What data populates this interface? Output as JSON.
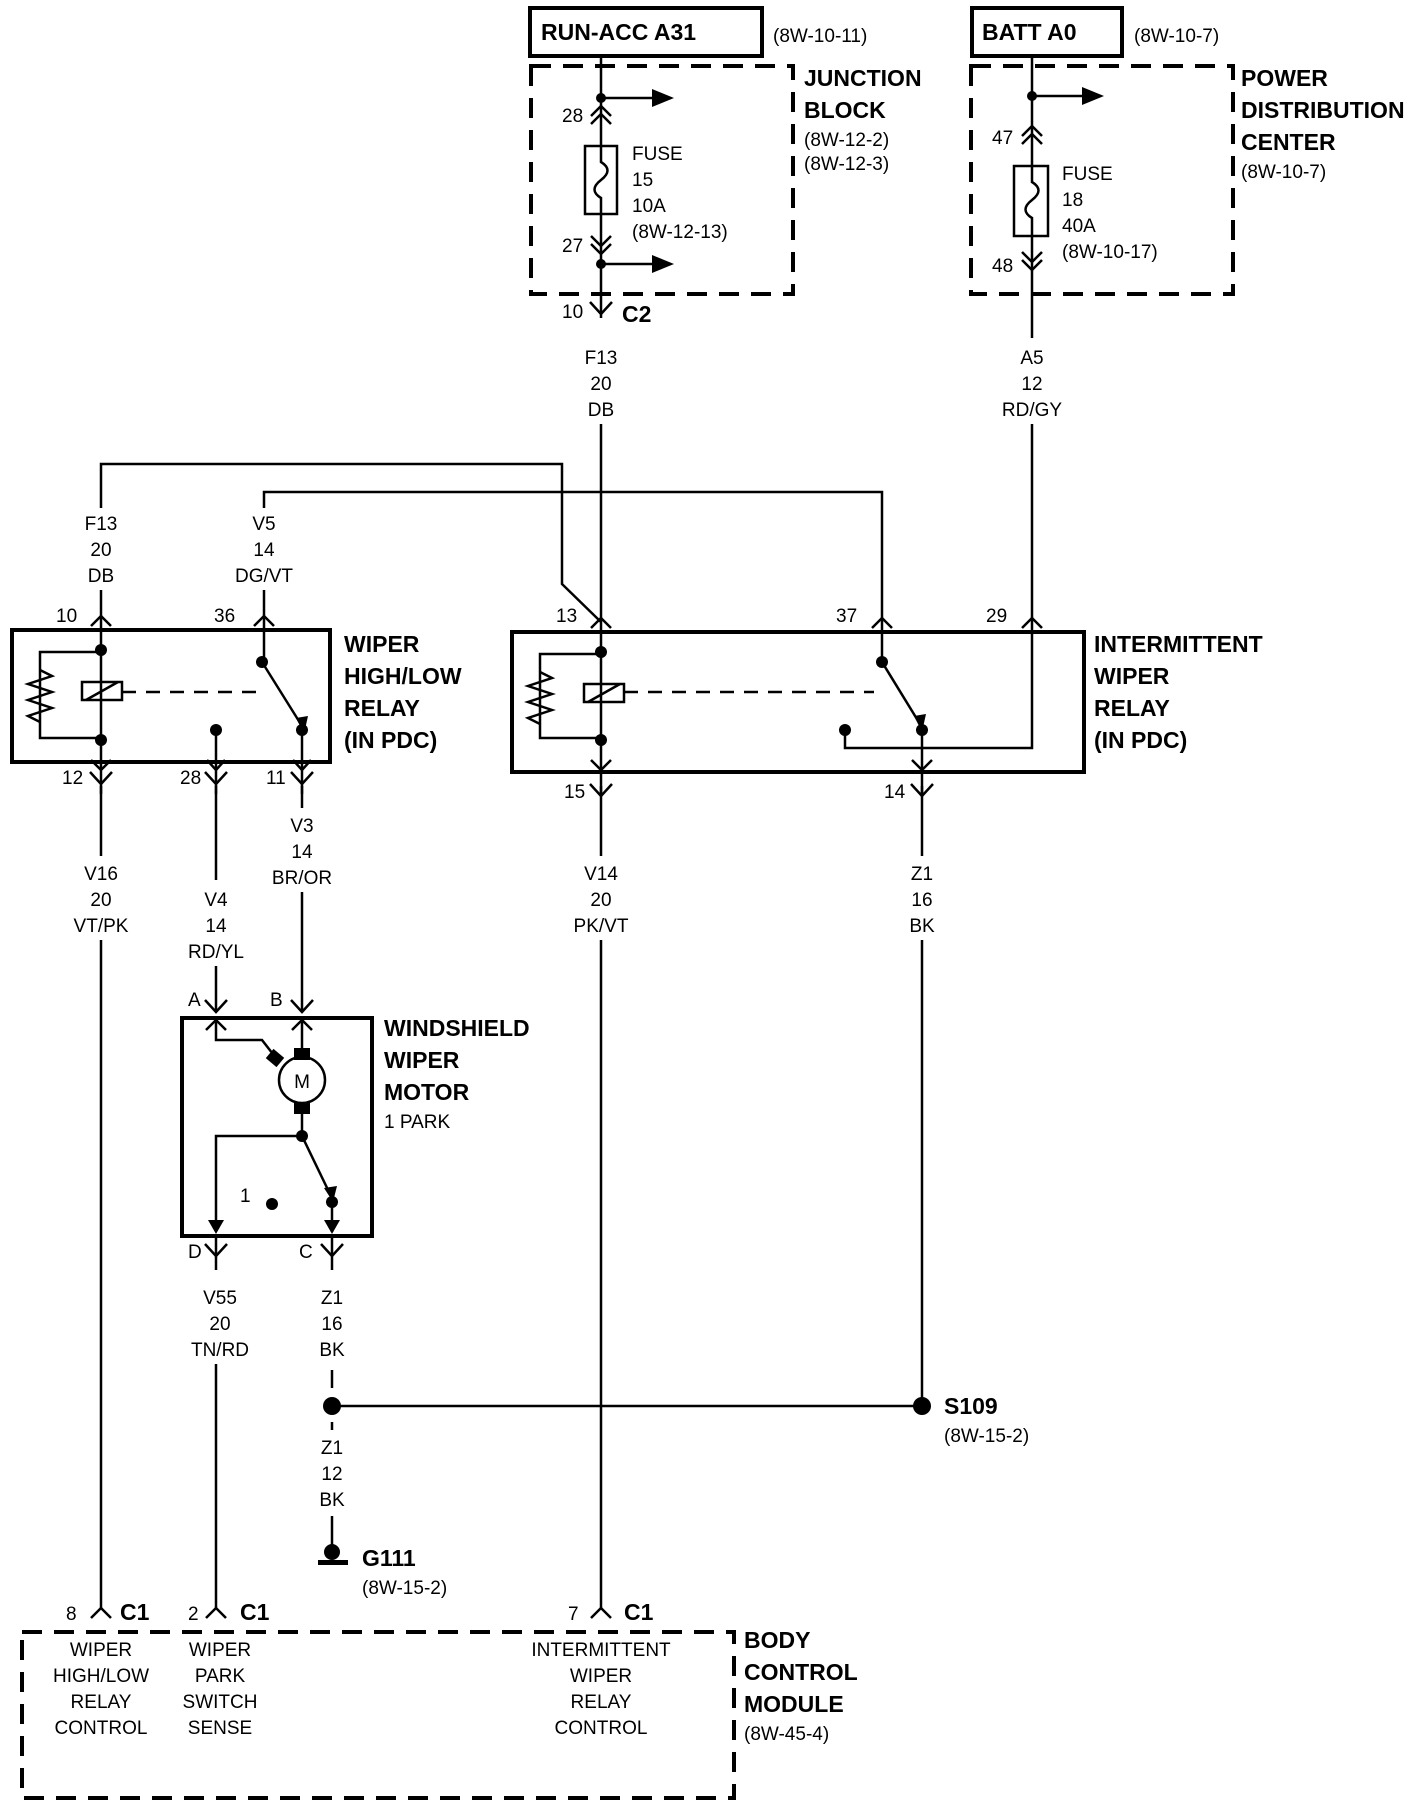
{
  "sources": {
    "run_acc": {
      "label": "RUN-ACC A31",
      "ref": "(8W-10-11)"
    },
    "batt": {
      "label": "BATT A0",
      "ref": "(8W-10-7)"
    }
  },
  "junction_block": {
    "title1": "JUNCTION",
    "title2": "BLOCK",
    "ref1": "(8W-12-2)",
    "ref2": "(8W-12-3)",
    "pin_top": "28",
    "pin_bottom": "27",
    "fuse": {
      "name": "FUSE",
      "number": "15",
      "rating": "10A",
      "ref": "(8W-12-13)"
    },
    "conn_pin": "10",
    "conn": "C2"
  },
  "pdc": {
    "title1": "POWER",
    "title2": "DISTRIBUTION",
    "title3": "CENTER",
    "ref": "(8W-10-7)",
    "pin_top": "47",
    "pin_bottom": "48",
    "fuse": {
      "name": "FUSE",
      "number": "18",
      "rating": "40A",
      "ref": "(8W-10-17)"
    }
  },
  "wires": {
    "f13_top": {
      "circuit": "F13",
      "gauge": "20",
      "color": "DB"
    },
    "a5": {
      "circuit": "A5",
      "gauge": "12",
      "color": "RD/GY"
    },
    "f13_left": {
      "circuit": "F13",
      "gauge": "20",
      "color": "DB"
    },
    "v5": {
      "circuit": "V5",
      "gauge": "14",
      "color": "DG/VT"
    },
    "v16": {
      "circuit": "V16",
      "gauge": "20",
      "color": "VT/PK"
    },
    "v4": {
      "circuit": "V4",
      "gauge": "14",
      "color": "RD/YL"
    },
    "v3": {
      "circuit": "V3",
      "gauge": "14",
      "color": "BR/OR"
    },
    "v14": {
      "circuit": "V14",
      "gauge": "20",
      "color": "PK/VT"
    },
    "z1_right": {
      "circuit": "Z1",
      "gauge": "16",
      "color": "BK"
    },
    "v55": {
      "circuit": "V55",
      "gauge": "20",
      "color": "TN/RD"
    },
    "z1_motor": {
      "circuit": "Z1",
      "gauge": "16",
      "color": "BK"
    },
    "z1_ground": {
      "circuit": "Z1",
      "gauge": "12",
      "color": "BK"
    }
  },
  "hl_relay": {
    "title1": "WIPER",
    "title2": "HIGH/LOW",
    "title3": "RELAY",
    "title4": "(IN PDC)",
    "pins": {
      "p10": "10",
      "p36": "36",
      "p12": "12",
      "p28": "28",
      "p11": "11"
    }
  },
  "int_relay": {
    "title1": "INTERMITTENT",
    "title2": "WIPER",
    "title3": "RELAY",
    "title4": "(IN PDC)",
    "pins": {
      "p13": "13",
      "p37": "37",
      "p29": "29",
      "p15": "15",
      "p14": "14"
    }
  },
  "motor": {
    "title1": "WINDSHIELD",
    "title2": "WIPER",
    "title3": "MOTOR",
    "sub": "1 PARK",
    "pins": {
      "a": "A",
      "b": "B",
      "d": "D",
      "c": "C"
    },
    "symbol": "M",
    "park": "1"
  },
  "splice": {
    "label": "S109",
    "ref": "(8W-15-2)"
  },
  "ground": {
    "label": "G111",
    "ref": "(8W-15-2)"
  },
  "bcm": {
    "title1": "BODY",
    "title2": "CONTROL",
    "title3": "MODULE",
    "ref": "(8W-45-4)",
    "conn": "C1",
    "pin8": "8",
    "pin2": "2",
    "pin7": "7",
    "f1": [
      "WIPER",
      "HIGH/LOW",
      "RELAY",
      "CONTROL"
    ],
    "f2": [
      "WIPER",
      "PARK",
      "SWITCH",
      "SENSE"
    ],
    "f3": [
      "INTERMITTENT",
      "WIPER",
      "RELAY",
      "CONTROL"
    ]
  }
}
